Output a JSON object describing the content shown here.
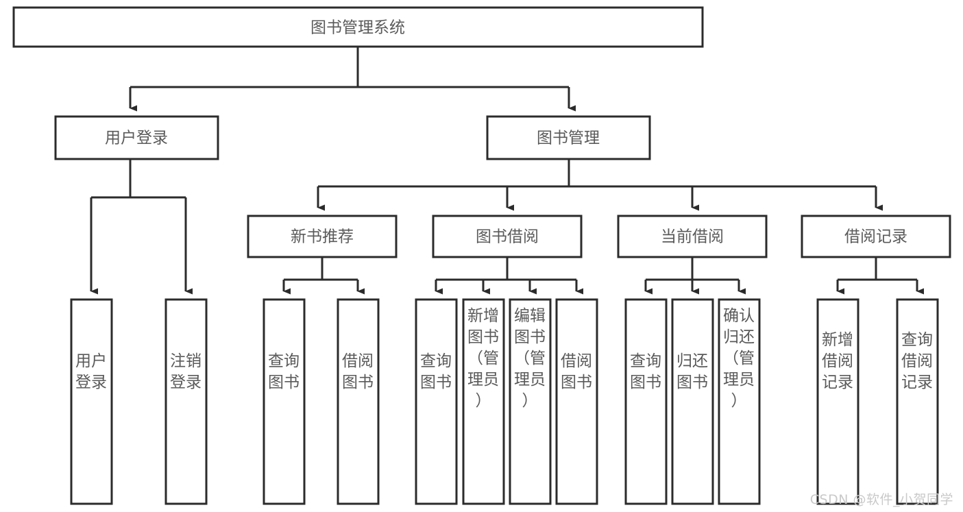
{
  "diagram": {
    "title": "图书管理系统",
    "type": "hierarchy-tree",
    "colors": {
      "box_stroke": "#2b2b2b",
      "box_fill": "#ffffff",
      "label_text": "#5a5a5a",
      "connector": "#2b2b2b",
      "watermark": "#c9c9c9",
      "background": "#ffffff"
    },
    "levels": {
      "level1": [
        {
          "id": "root",
          "label": "图书管理系统",
          "orientation": "horizontal"
        }
      ],
      "level2": [
        {
          "id": "user-login",
          "label": "用户登录",
          "orientation": "horizontal"
        },
        {
          "id": "book-management",
          "label": "图书管理",
          "orientation": "horizontal"
        }
      ],
      "level3": [
        {
          "id": "new-book-recommend",
          "label": "新书推荐",
          "orientation": "horizontal"
        },
        {
          "id": "book-borrow",
          "label": "图书借阅",
          "orientation": "horizontal"
        },
        {
          "id": "current-borrow",
          "label": "当前借阅",
          "orientation": "horizontal"
        },
        {
          "id": "borrow-record",
          "label": "借阅记录",
          "orientation": "horizontal"
        }
      ],
      "level4": [
        {
          "id": "leaf-user-login",
          "parent": "user-login",
          "label": "用户登录",
          "orientation": "vertical",
          "lines": [
            "用户",
            "登录"
          ]
        },
        {
          "id": "leaf-logout-login",
          "parent": "user-login",
          "label": "注销登录",
          "orientation": "vertical",
          "lines": [
            "注销",
            "登录"
          ]
        },
        {
          "id": "leaf-query-book-1",
          "parent": "new-book-recommend",
          "label": "查询图书",
          "orientation": "vertical",
          "lines": [
            "查询",
            "图书"
          ]
        },
        {
          "id": "leaf-borrow-book-1",
          "parent": "new-book-recommend",
          "label": "借阅图书",
          "orientation": "vertical",
          "lines": [
            "借阅",
            "图书"
          ]
        },
        {
          "id": "leaf-query-book-2",
          "parent": "book-borrow",
          "label": "查询图书",
          "orientation": "vertical",
          "lines": [
            "查询",
            "图书"
          ]
        },
        {
          "id": "leaf-add-book",
          "parent": "book-borrow",
          "label": "新增图书（管理员）",
          "orientation": "vertical",
          "lines": [
            "新增",
            "图书",
            "（管",
            "理员",
            "）"
          ]
        },
        {
          "id": "leaf-edit-book",
          "parent": "book-borrow",
          "label": "编辑图书（管理员）",
          "orientation": "vertical",
          "lines": [
            "编辑",
            "图书",
            "（管",
            "理员",
            "）"
          ]
        },
        {
          "id": "leaf-borrow-book-2",
          "parent": "book-borrow",
          "label": "借阅图书",
          "orientation": "vertical",
          "lines": [
            "借阅",
            "图书"
          ]
        },
        {
          "id": "leaf-query-book-3",
          "parent": "current-borrow",
          "label": "查询图书",
          "orientation": "vertical",
          "lines": [
            "查询",
            "图书"
          ]
        },
        {
          "id": "leaf-return-book",
          "parent": "current-borrow",
          "label": "归还图书",
          "orientation": "vertical",
          "lines": [
            "归还",
            "图书"
          ]
        },
        {
          "id": "leaf-confirm-return",
          "parent": "current-borrow",
          "label": "确认归还（管理员）",
          "orientation": "vertical",
          "lines": [
            "确认",
            "归还",
            "（管",
            "理员",
            "）"
          ]
        },
        {
          "id": "leaf-add-borrow-record",
          "parent": "borrow-record",
          "label": "新增借阅记录",
          "orientation": "vertical",
          "lines": [
            "新增",
            "借阅",
            "记录"
          ]
        },
        {
          "id": "leaf-query-borrow-record",
          "parent": "borrow-record",
          "label": "查询借阅记录",
          "orientation": "vertical",
          "lines": [
            "查询",
            "借阅",
            "记录"
          ]
        }
      ]
    },
    "watermark": "CSDN @软件_小贺同学"
  }
}
